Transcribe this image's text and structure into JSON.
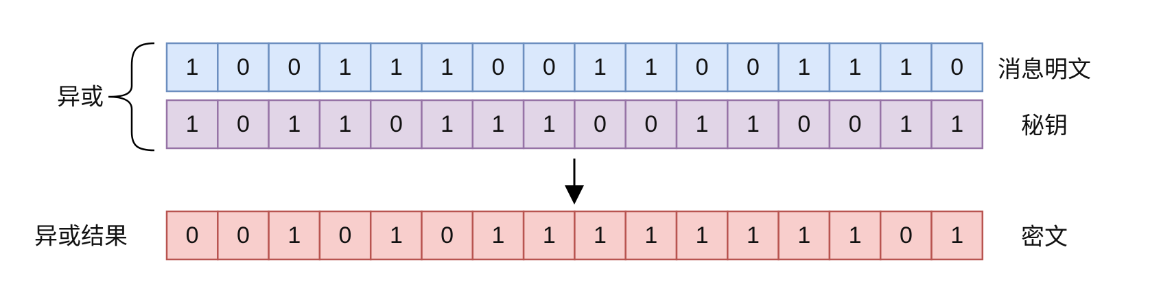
{
  "rows": [
    {
      "key": "plaintext",
      "label": "消息明文",
      "bits": [
        "1",
        "0",
        "0",
        "1",
        "1",
        "1",
        "0",
        "0",
        "1",
        "1",
        "0",
        "0",
        "1",
        "1",
        "1",
        "0"
      ],
      "fill": "#dae8fc",
      "stroke": "#6c8ebf"
    },
    {
      "key": "key",
      "label": "秘钥",
      "bits": [
        "1",
        "0",
        "1",
        "1",
        "0",
        "1",
        "1",
        "1",
        "0",
        "0",
        "1",
        "1",
        "0",
        "0",
        "1",
        "1"
      ],
      "fill": "#e1d5e7",
      "stroke": "#9673a6"
    },
    {
      "key": "ciphertext",
      "label": "密文",
      "bits": [
        "0",
        "0",
        "1",
        "0",
        "1",
        "0",
        "1",
        "1",
        "1",
        "1",
        "1",
        "1",
        "1",
        "1",
        "0",
        "1"
      ],
      "fill": "#f8cecc",
      "stroke": "#b85450"
    }
  ],
  "xor_label": "异或",
  "result_label": "异或结果",
  "colors": {
    "text": "#111111",
    "line": "#000000"
  },
  "icons": {
    "brace": "left-curly-brace-icon",
    "arrow": "arrow-down-icon"
  }
}
